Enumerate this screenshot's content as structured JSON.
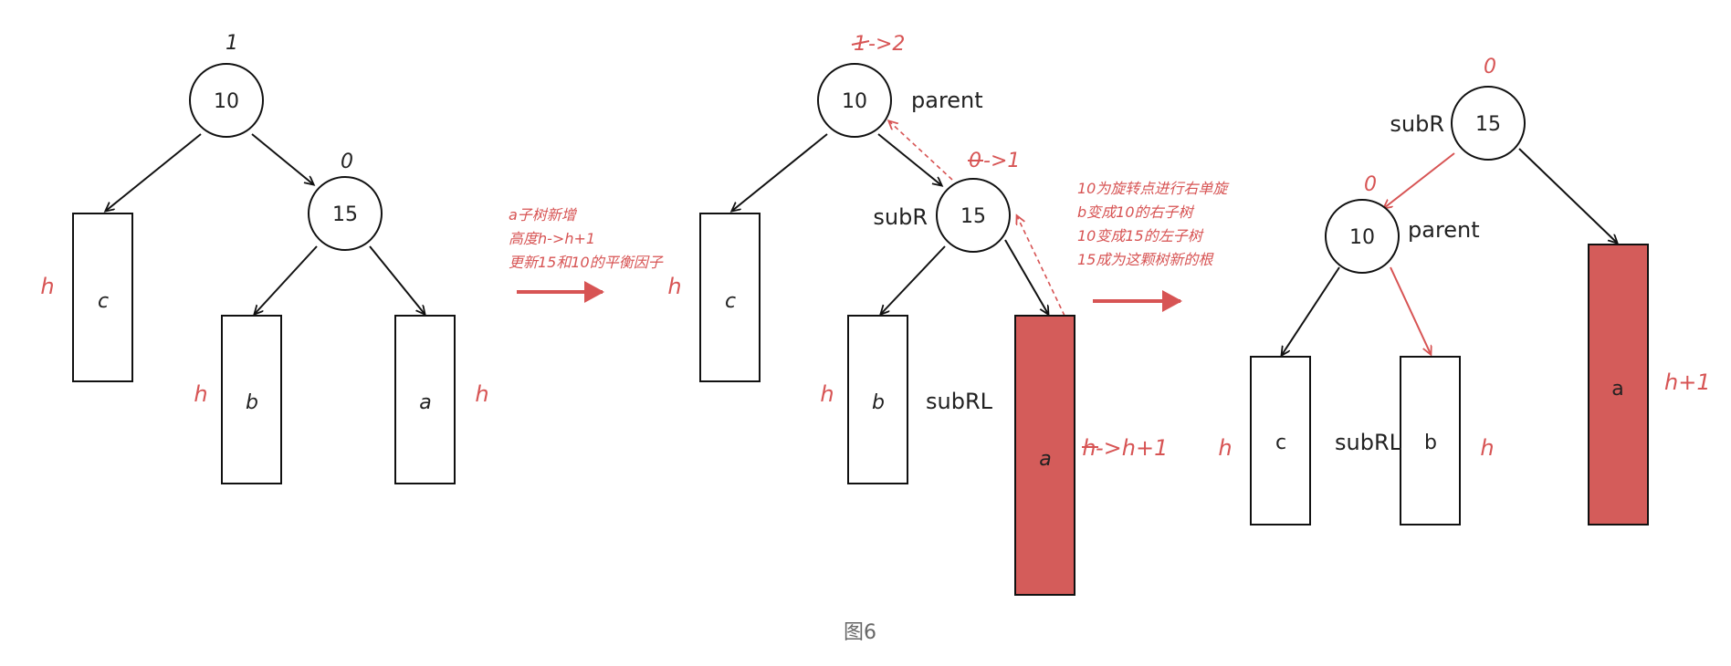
{
  "caption": "图6",
  "colors": {
    "accent_red": "#d75454",
    "node_fill_red": "#d45c5a",
    "line": "#111111"
  },
  "panel1": {
    "root_value": "10",
    "root_bf": "1",
    "right_value": "15",
    "right_bf": "0",
    "box_c": "c",
    "box_b": "b",
    "box_a": "a",
    "height_c": "h",
    "height_b": "h",
    "height_a": "h"
  },
  "arrow1": {
    "lines": [
      "a子树新增",
      "高度h->h+1",
      "更新15和10的平衡因子"
    ]
  },
  "panel2": {
    "root_value": "10",
    "root_bf_old": "1",
    "root_bf_new": "->2",
    "parent_label": "parent",
    "right_value": "15",
    "right_bf_old": "0",
    "right_bf_new": "->1",
    "subR_label": "subR",
    "subRL_label": "subRL",
    "box_c": "c",
    "box_b": "b",
    "box_a": "a",
    "height_c": "h",
    "height_b": "h",
    "height_a_old": "h",
    "height_a_new": "->h+1"
  },
  "arrow2": {
    "lines": [
      "10为旋转点进行右单旋",
      "b变成10的右子树",
      "10变成15的左子树",
      "15成为这颗树新的根"
    ]
  },
  "panel3": {
    "root_value": "15",
    "root_bf": "0",
    "subR_label": "subR",
    "left_value": "10",
    "left_bf": "0",
    "parent_label": "parent",
    "subRL_label": "subRL",
    "box_c": "c",
    "box_b": "b",
    "box_a": "a",
    "height_c": "h",
    "height_b": "h",
    "height_a": "h+1"
  }
}
